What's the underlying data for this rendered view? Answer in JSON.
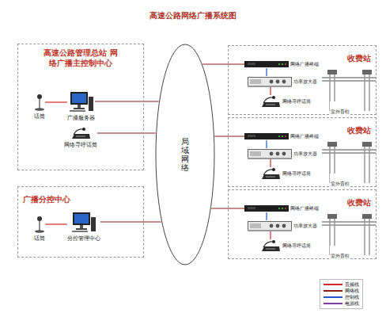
{
  "diagram": {
    "title": "高速公路网络广播系统图",
    "nodes": [
      {
        "text": [
          "高速公路管理总站 网络广播主控制中心"
        ]
      },
      {
        "text": [
          "话筒"
        ],
        "in": 0
      },
      {
        "text": [
          "广播服务器"
        ],
        "in": 0
      },
      {
        "text": [
          "网络寻呼话筒"
        ],
        "in": 0
      },
      {
        "text": [
          "广播分控中心"
        ]
      },
      {
        "text": [
          "话筒"
        ],
        "in": 4
      },
      {
        "text": [
          "分控管理中心"
        ],
        "in": 4
      },
      {
        "text": [
          "局域网络"
        ]
      },
      {
        "text": [
          "收费站"
        ]
      },
      {
        "text": [
          "网络广播终端"
        ],
        "in": 8
      },
      {
        "text": [
          "功率放大器"
        ],
        "in": 8
      },
      {
        "text": [
          "网络寻呼话筒"
        ],
        "in": 8
      },
      {
        "text": [
          "收费站"
        ]
      },
      {
        "text": [
          "网络广播终端"
        ],
        "in": 12
      },
      {
        "text": [
          "功率放大器"
        ],
        "in": 12
      },
      {
        "text": [
          "网络寻呼话筒"
        ],
        "in": 12
      },
      {
        "text": [
          "收费站"
        ]
      },
      {
        "text": [
          "网络广播终端"
        ],
        "in": 16
      },
      {
        "text": [
          "功率放大器"
        ],
        "in": 16
      },
      {
        "text": [
          "网络寻呼话筒"
        ],
        "in": 16
      }
    ],
    "edges": [
      {
        "from": 1,
        "to": 2,
        "arrow": "none"
      },
      {
        "from": 2,
        "to": 7,
        "arrow": "none"
      },
      {
        "from": 3,
        "to": 7,
        "arrow": "none"
      },
      {
        "from": 5,
        "to": 6,
        "arrow": "none"
      },
      {
        "from": 6,
        "to": 7,
        "arrow": "none"
      },
      {
        "from": 7,
        "to": 9,
        "arrow": "none"
      },
      {
        "from": 9,
        "to": 10,
        "arrow": "none"
      },
      {
        "from": 11,
        "to": 10,
        "arrow": "none"
      },
      {
        "from": 7,
        "to": 13,
        "arrow": "none"
      },
      {
        "from": 13,
        "to": 14,
        "arrow": "none"
      },
      {
        "from": 15,
        "to": 14,
        "arrow": "none"
      },
      {
        "from": 7,
        "to": 17,
        "arrow": "none"
      },
      {
        "from": 17,
        "to": 18,
        "arrow": "none"
      },
      {
        "from": 19,
        "to": 18,
        "arrow": "none"
      }
    ],
    "labels": [
      "室外音柱",
      "室外音柱",
      "室外音柱"
    ],
    "legend": [
      {
        "text": "音频线",
        "color": "#d42a2a"
      },
      {
        "text": "网络线",
        "color": "#8b1a1a"
      },
      {
        "text": "控制线",
        "color": "#2255cc"
      },
      {
        "text": "电源线",
        "color": "#7b3fa0"
      }
    ]
  }
}
